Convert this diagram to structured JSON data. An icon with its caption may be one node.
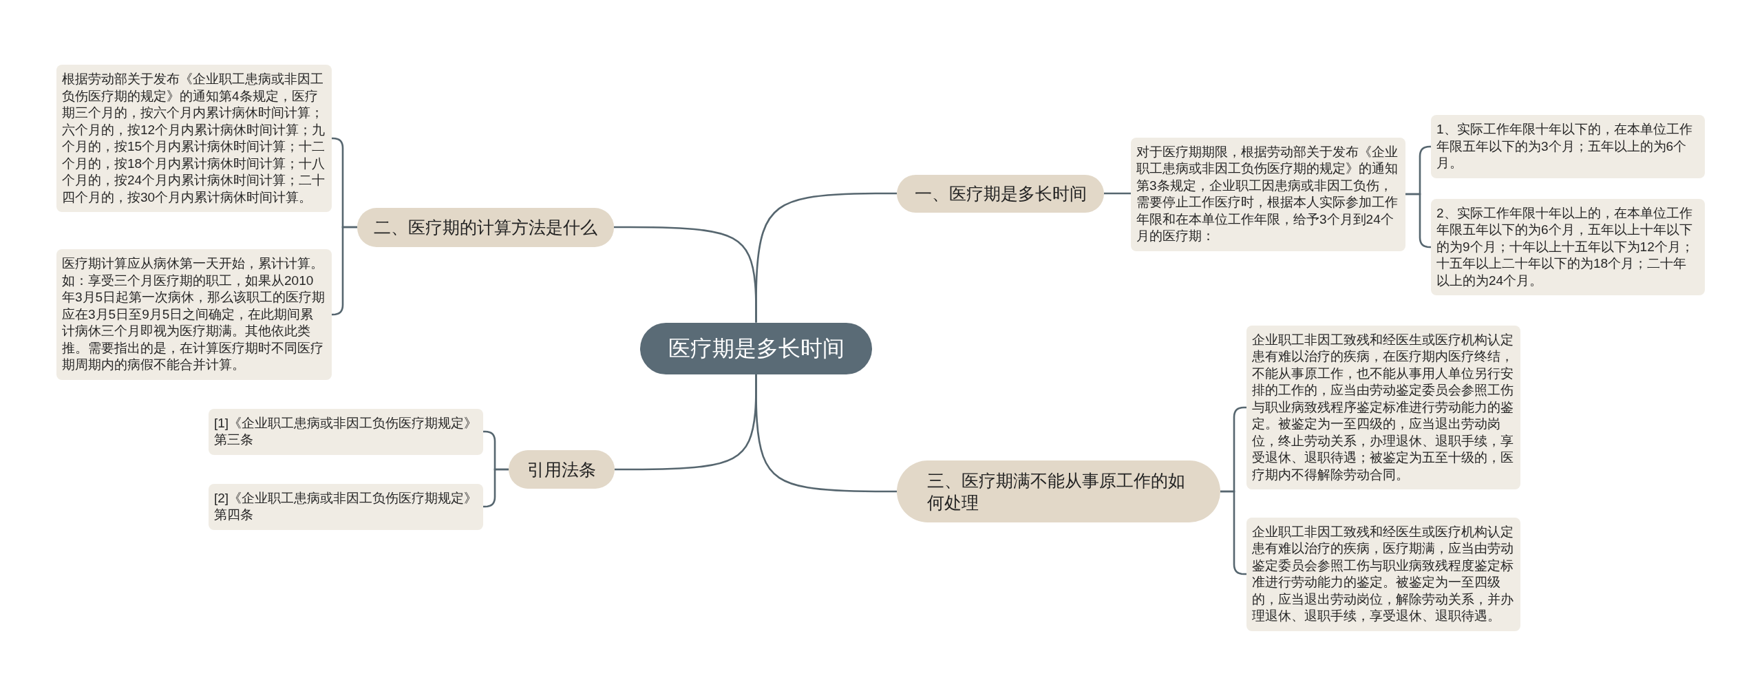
{
  "diagram": {
    "nodes": [
      {
        "text": [
          "医疗期是多长时间"
        ]
      },
      {
        "text": [
          "一、医疗期是多长时间"
        ]
      },
      {
        "text": [
          "对于医疗期期限，根据劳动部关于发布《企业职工患病或非因工负伤医疗期的规定》的通知第3条规定，企业职工因患病或非因工负伤，需要停止工作医疗时，根据本人实际参加工作年限和在本单位工作年限，给予3个月到24个月的医疗期："
        ]
      },
      {
        "text": [
          "1、实际工作年限十年以下的，在本单位工作年限五年以下的为3个月；五年以上的为6个月。"
        ]
      },
      {
        "text": [
          "2、实际工作年限十年以上的，在本单位工作年限五年以下的为6个月，五年以上十年以下的为9个月；十年以上十五年以下为12个月；十五年以上二十年以下的为18个月；二十年以上的为24个月。"
        ]
      },
      {
        "text": [
          "二、医疗期的计算方法是什么"
        ]
      },
      {
        "text": [
          "根据劳动部关于发布《企业职工患病或非因工负伤医疗期的规定》的通知第4条规定，医疗期三个月的，按六个月内累计病休时间计算；六个月的，按12个月内累计病休时间计算；九个月的，按15个月内累计病休时间计算；十二个月的，按18个月内累计病休时间计算；十八个月的，按24个月内累计病休时间计算；二十四个月的，按30个月内累计病休时间计算。"
        ]
      },
      {
        "text": [
          "医疗期计算应从病休第一天开始，累计计算。如：享受三个月医疗期的职工，如果从2010年3月5日起第一次病休，那么该职工的医疗期应在3月5日至9月5日之间确定，在此期间累计病休三个月即视为医疗期满。其他依此类推。需要指出的是，在计算医疗期时不同医疗期周期内的病假不能合并计算。"
        ]
      },
      {
        "text": [
          "引用法条"
        ]
      },
      {
        "text": [
          "[1]《企业职工患病或非因工负伤医疗期规定》第三条"
        ]
      },
      {
        "text": [
          "[2]《企业职工患病或非因工负伤医疗期规定》第四条"
        ]
      },
      {
        "text": [
          "三、医疗期满不能从事原工作的如何处理"
        ]
      },
      {
        "text": [
          "企业职工非因工致残和经医生或医疗机构认定患有难以治疗的疾病，在医疗期内医疗终结，不能从事原工作，也不能从事用人单位另行安排的工作的，应当由劳动鉴定委员会参照工伤与职业病致残程序鉴定标准进行劳动能力的鉴定。被鉴定为一至四级的，应当退出劳动岗位，终止劳动关系，办理退休、退职手续，享受退休、退职待遇；被鉴定为五至十级的，医疗期内不得解除劳动合同。"
        ]
      },
      {
        "text": [
          "企业职工非因工致残和经医生或医疗机构认定患有难以治疗的疾病，医疗期满，应当由劳动鉴定委员会参照工伤与职业病致残程度鉴定标准进行劳动能力的鉴定。被鉴定为一至四级的，应当退出劳动岗位，解除劳动关系，并办理退休、退职手续，享受退休、退职待遇。"
        ]
      }
    ],
    "edges": [
      {
        "from": 0,
        "to": 1,
        "arrow": "none"
      },
      {
        "from": 1,
        "to": 2,
        "arrow": "none"
      },
      {
        "from": 2,
        "to": 3,
        "arrow": "none"
      },
      {
        "from": 2,
        "to": 4,
        "arrow": "none"
      },
      {
        "from": 0,
        "to": 5,
        "arrow": "none"
      },
      {
        "from": 5,
        "to": 6,
        "arrow": "none"
      },
      {
        "from": 5,
        "to": 7,
        "arrow": "none"
      },
      {
        "from": 0,
        "to": 8,
        "arrow": "none"
      },
      {
        "from": 8,
        "to": 9,
        "arrow": "none"
      },
      {
        "from": 8,
        "to": 10,
        "arrow": "none"
      },
      {
        "from": 0,
        "to": 11,
        "arrow": "none"
      },
      {
        "from": 11,
        "to": 12,
        "arrow": "none"
      },
      {
        "from": 11,
        "to": 13,
        "arrow": "none"
      }
    ]
  }
}
